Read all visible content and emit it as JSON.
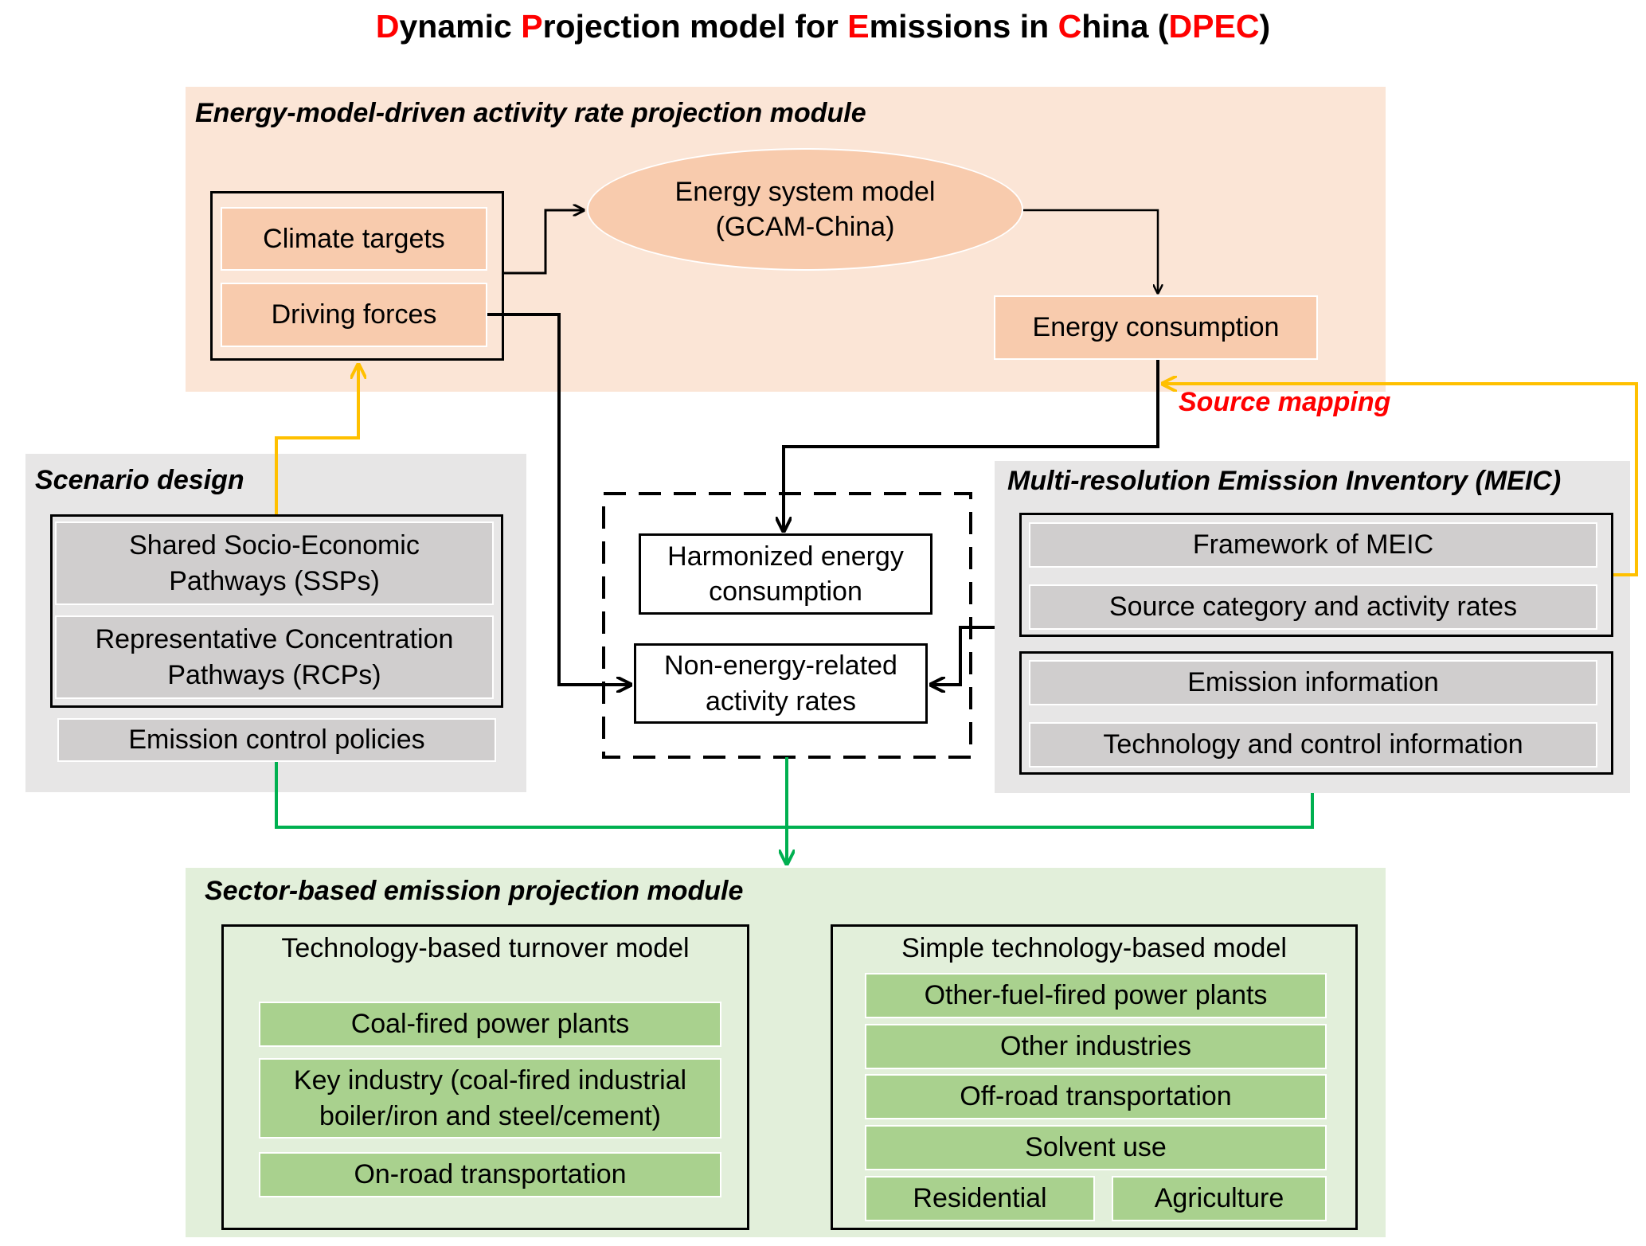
{
  "title": {
    "parts": [
      {
        "text": "D",
        "red": true
      },
      {
        "text": "ynamic ",
        "red": false
      },
      {
        "text": "P",
        "red": true
      },
      {
        "text": "rojection model for ",
        "red": false
      },
      {
        "text": "E",
        "red": true
      },
      {
        "text": "missions in ",
        "red": false
      },
      {
        "text": "C",
        "red": true
      },
      {
        "text": "hina (",
        "red": false
      },
      {
        "text": "DPEC",
        "red": true
      },
      {
        "text": ")",
        "red": false
      }
    ]
  },
  "energy_module": {
    "title": "Energy-model-driven activity rate projection module",
    "inputs": [
      "Climate targets",
      "Driving forces"
    ],
    "model_line1": "Energy system model",
    "model_line2": "(GCAM-China)",
    "output": "Energy consumption"
  },
  "source_mapping_label": "Source mapping",
  "scenario": {
    "title": "Scenario design",
    "items": [
      {
        "line1": "Shared Socio-Economic",
        "line2": "Pathways (SSPs)"
      },
      {
        "line1": "Representative Concentration",
        "line2": "Pathways (RCPs)"
      }
    ],
    "policies": "Emission control policies"
  },
  "center": {
    "harmonized_line1": "Harmonized energy",
    "harmonized_line2": "consumption",
    "nonenergy_line1": "Non-energy-related",
    "nonenergy_line2": "activity rates"
  },
  "meic": {
    "title": "Multi-resolution Emission Inventory (MEIC)",
    "group1": [
      "Framework of MEIC",
      "Source category and activity rates"
    ],
    "group2": [
      "Emission information",
      "Technology and control information"
    ]
  },
  "sector_module": {
    "title": "Sector-based emission projection module",
    "turnover": {
      "title": "Technology-based  turnover model",
      "items": [
        {
          "line1": "Coal-fired power plants",
          "line2": ""
        },
        {
          "line1": "Key industry (coal-fired industrial",
          "line2": "boiler/iron and steel/cement)"
        },
        {
          "line1": "On-road transportation",
          "line2": ""
        }
      ]
    },
    "simple": {
      "title": "Simple technology-based  model",
      "items": [
        "Other-fuel-fired power plants",
        "Other industries",
        "Off-road transportation",
        "Solvent use"
      ],
      "bottom": [
        "Residential",
        "Agriculture"
      ]
    }
  },
  "colors": {
    "highlight_red": "#ff0000",
    "arrow_orange": "#ffc000",
    "arrow_green": "#00b050",
    "energy_panel": "#fbe5d6",
    "energy_box": "#f8cbad",
    "grey_panel": "#e7e6e6",
    "grey_box": "#d0cece",
    "green_panel": "#e2efda",
    "green_box": "#a9d18e"
  }
}
